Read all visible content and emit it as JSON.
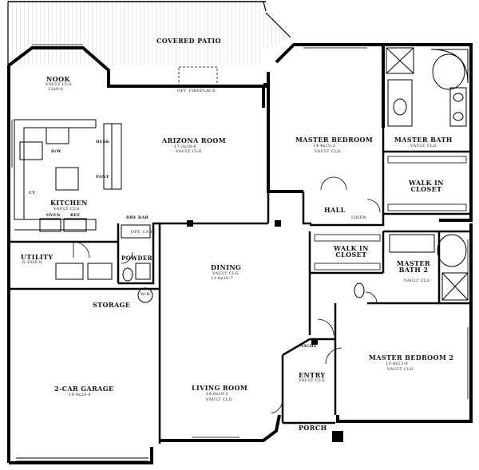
{
  "plan": {
    "covered_patio": "COVERED PATIO",
    "opt_fireplace": "OPT. FIREPLACE",
    "nook": {
      "name": "NOOK",
      "sub": "VAULT CLG",
      "dim": "12x9-6"
    },
    "arizona_room": {
      "name": "ARIZONA ROOM",
      "dim": "17-3x18-6",
      "sub": "VAULT CLG"
    },
    "desk": "DESK",
    "pant": "PANT",
    "dw": "D/W",
    "ct": "CT",
    "kitchen": {
      "name": "KITCHEN",
      "sub": "VAULT CLG"
    },
    "oven": "OVEN",
    "ref": "REF",
    "dry_bar": "DRY BAR",
    "opt_cabs": "OPT. CABS",
    "powder": "POWDER",
    "utility": {
      "name": "UTILITY",
      "dim": "6-10x5-8"
    },
    "wh": "W/H",
    "storage": "STORAGE",
    "garage": {
      "name": "2-CAR GARAGE",
      "dim": "19-4x20-4"
    },
    "dining": {
      "name": "DINING",
      "sub": "VAULT CLG",
      "dim": "13-8x10-7"
    },
    "living_room": {
      "name": "LIVING ROOM",
      "dim": "18-6x19-2",
      "sub": "VAULT CLG"
    },
    "master_bedroom": {
      "name": "MASTER BEDROOM",
      "dim": "14-4x15-2",
      "sub": "VAULT CLG"
    },
    "master_bath": {
      "name": "MASTER BATH",
      "sub": "VAULT CLG"
    },
    "walk_in_closet_1": "WALK IN\nCLOSET",
    "hall": "HALL",
    "linen": "LINEN",
    "walk_in_closet_2": "WALK IN\nCLOSET",
    "master_bath_2": {
      "name": "MASTER\nBATH 2",
      "sub": "VAULT CLG"
    },
    "master_bedroom_2": {
      "name": "MASTER BEDROOM 2",
      "dim": "15-4x13-8",
      "sub": "VAULT CLG"
    },
    "niche": "NICHE",
    "entry": {
      "name": "ENTRY",
      "sub": "VAULT CLG"
    },
    "porch": "PORCH"
  }
}
